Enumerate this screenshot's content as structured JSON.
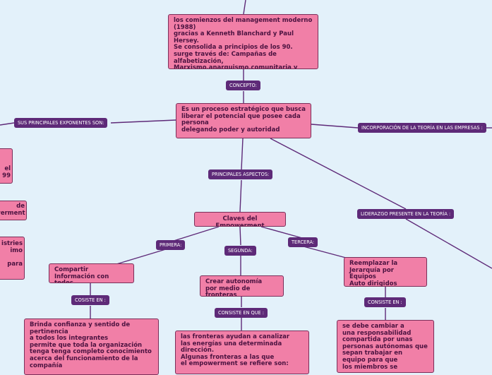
{
  "nodes": {
    "origin": "los comienzos del management moderno\n(1988)\ngracias a Kenneth Blanchard y Paul Hersey.\nSe consolida a principios de los 90.\nsurge través de: Campañas de\nalfabetización,\nMarxismo,anarquismo,comunitaria y Dawn",
    "definition": "Es un proceso estratégico que busca\nliberar el potencial que posee cada\npersona\ndelegando poder y autoridad",
    "keys": "Claves del Empowerment",
    "share": "Compartir\n Información con todos",
    "autonomy": "Crear autonomía\npor medio de fronteras",
    "replace": "Reemplazar la\nJerarquía por Equipos\nAuto dirigidos",
    "share_detail": "Brinda confianza y sentido de\npertinencia\n a todos los integrantes\n permite que toda la organización\ntenga tenga completo conocimiento\nacerca del funcionamiento de la\ncompañía",
    "autonomy_detail": "las fronteras ayudan a canalizar\nlas energías una determinada\ndirección.\nAlgunas fronteras a las que\nel empowerment se refiere son:",
    "replace_detail": "se debe cambiar a\nuna responsabilidad\ncompartida por unas\npersonas autónomas que\nsepan trabajar en\nequipo para que\nlos miembros se",
    "left_a": "el\n99",
    "left_b": "de\nwerment",
    "left_c": "istries\nimo\n\npara"
  },
  "labels": {
    "concepto": "CONCEPTO:",
    "exponentes": "SUS PRINCIPALES EXPONENTES  SON:",
    "incorporacion": "INCORPORACIÓN DE LA TEORÍA EN LAS EMPRESAS :",
    "aspectos": "PRINCIPALES ASPECTOS:",
    "liderazgo": "LIDERAZGO PRESENTE EN LA TEORÍA :",
    "primera": "PRIMERA:",
    "segunda": "SEGUNDA:",
    "tercera": "TERCERA:",
    "consiste1": "COSISTE EN :",
    "consiste2": "CONSISTE EN QUE :",
    "consiste3": "CONSISTE EN :"
  },
  "colors": {
    "node_fill": "#f17fa7",
    "node_border": "#7a2f5a",
    "node_text": "#4b1240",
    "label_fill": "#5e2a78",
    "label_text": "#ffffff",
    "edge": "#5e2a78",
    "background": "#e3f1fa"
  }
}
